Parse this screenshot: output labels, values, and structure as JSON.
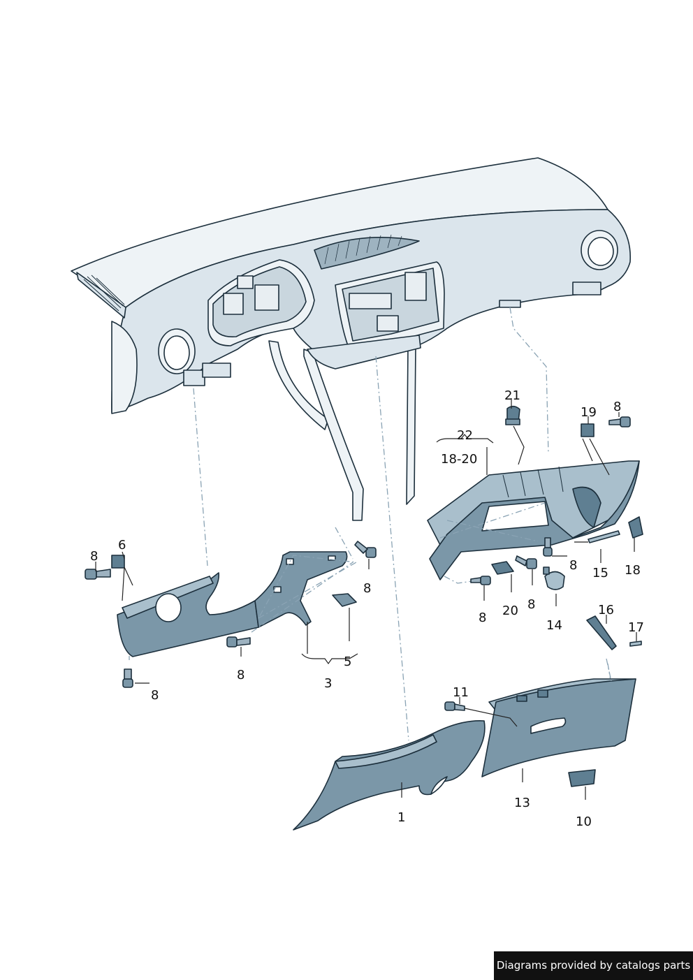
{
  "diagram": {
    "labels": {
      "l1": "1",
      "l3": "3",
      "l5": "5",
      "l6": "6",
      "l8a": "8",
      "l8b": "8",
      "l8c": "8",
      "l8d": "8",
      "l8e": "8",
      "l8f": "8",
      "l8g": "8",
      "l8h": "8",
      "l10": "10",
      "l11": "11",
      "l13": "13",
      "l14": "14",
      "l15": "15",
      "l16": "16",
      "l17": "17",
      "l18": "18",
      "l19": "19",
      "l20": "20",
      "l21": "21",
      "l22": "22",
      "l1820": "18-20"
    }
  },
  "footer": {
    "text": "Diagrams provided by catalogs parts"
  }
}
